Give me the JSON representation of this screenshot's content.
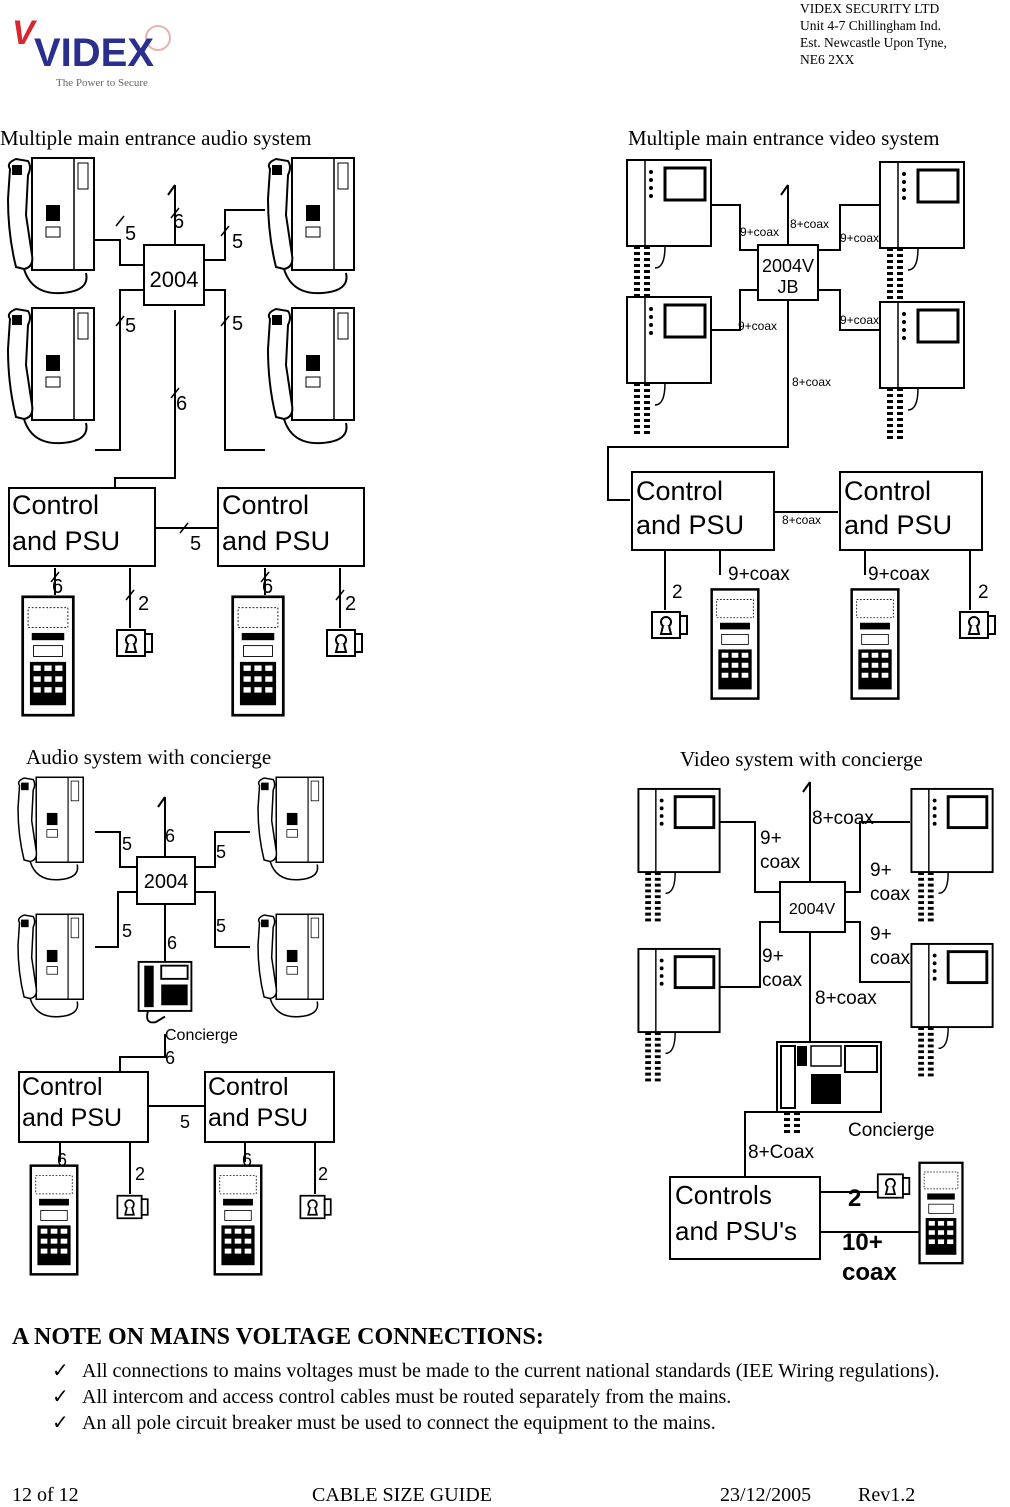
{
  "header": {
    "logo": {
      "text": "VIDEX",
      "tagline": "The Power to Secure",
      "colors": {
        "blue": "#2a2f8f",
        "red": "#d8262e"
      }
    },
    "company_lines": [
      "VIDEX SECURITY LTD",
      "Unit 4-7 Chillingham Ind.",
      "Est. Newcastle Upon Tyne,",
      "NE6 2XX"
    ]
  },
  "captions": {
    "audio_multi": "Multiple main entrance audio system",
    "video_multi": "Multiple main entrance video system",
    "audio_concierge": "Audio system with concierge",
    "video_concierge": "Video system with concierge"
  },
  "diagrams": {
    "audio_multi": {
      "hub": "2004",
      "control": "Control",
      "control2": "and PSU",
      "cables": {
        "handset": "5",
        "riser": "6",
        "link": "5",
        "panel": "6",
        "lock": "2"
      }
    },
    "video_multi": {
      "hub": "2004V",
      "hub2": "JB",
      "control": "Control",
      "control2": "and PSU",
      "cables": {
        "monitor": "9+coax",
        "riser_top": "8+coax",
        "riser_down": "8+coax",
        "link": "8+coax",
        "panel": "9+coax",
        "lock": "2"
      }
    },
    "audio_concierge": {
      "hub": "2004",
      "concierge": "Concierge",
      "control": "Control",
      "control2": "and PSU",
      "cables": {
        "handset": "5",
        "riser": "6",
        "concierge_in": "6",
        "concierge_out": "6",
        "link": "5",
        "panel": "6",
        "lock": "2"
      }
    },
    "video_concierge": {
      "hub": "2004V",
      "concierge": "Concierge",
      "control": "Controls",
      "control2": "and PSU's",
      "cables": {
        "up": "8+coax",
        "nine": "9+",
        "coax": "coax",
        "mid": "8+coax",
        "down": "8+Coax",
        "lock": "2",
        "panel_a": "10+",
        "panel_b": "coax"
      }
    }
  },
  "note": {
    "heading": "A NOTE ON MAINS VOLTAGE CONNECTIONS:",
    "check_glyph": "✓",
    "items": [
      "All connections to mains voltages must be made to the current national standards (IEE Wiring regulations).",
      "All intercom and access control cables must be routed separately from the mains.",
      "An all pole circuit breaker must be used to connect the equipment to the mains."
    ]
  },
  "footer": {
    "page": "12 of 12",
    "title": "CABLE SIZE GUIDE",
    "date": "23/12/2005",
    "rev": "Rev1.2"
  }
}
